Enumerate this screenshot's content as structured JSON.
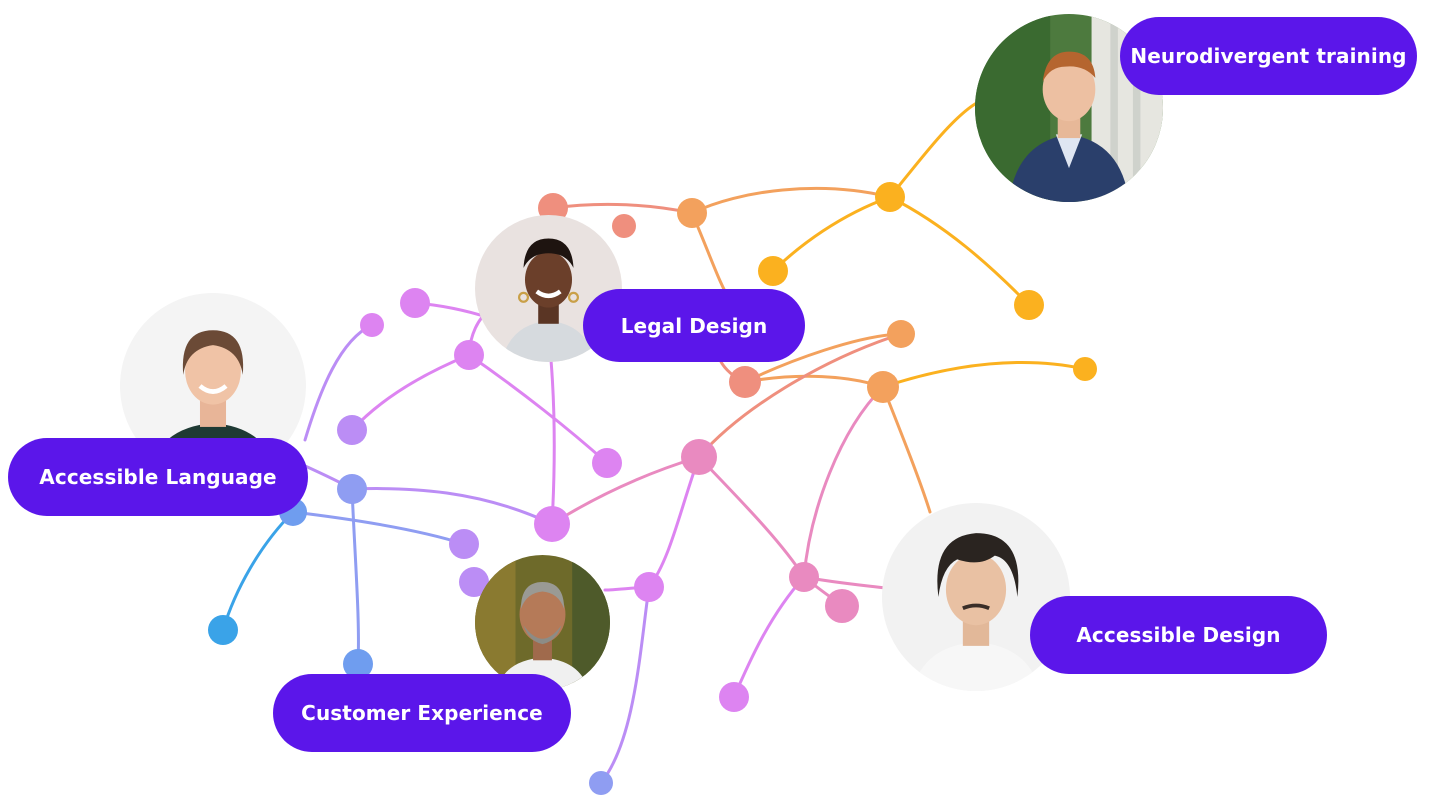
{
  "labels": {
    "neurodivergent_training": "Neurodivergent training",
    "legal_design": "Legal Design",
    "accessible_language": "Accessible Language",
    "accessible_design": "Accessible Design",
    "customer_experience": "Customer Experience"
  },
  "colors": {
    "pill": "#5b16ea",
    "yellow": "#fbb11f",
    "orange": "#f3a15d",
    "salmon": "#ef8f7e",
    "pink": "#e98ac0",
    "violet": "#dd84f1",
    "purple": "#bb8df5",
    "periwinkle": "#8f9df2",
    "blue": "#6f9def",
    "sky": "#3aa3e8"
  },
  "icons": {
    "portraits": [
      "person-portrait",
      "person-portrait",
      "person-portrait",
      "person-portrait",
      "person-portrait"
    ]
  }
}
